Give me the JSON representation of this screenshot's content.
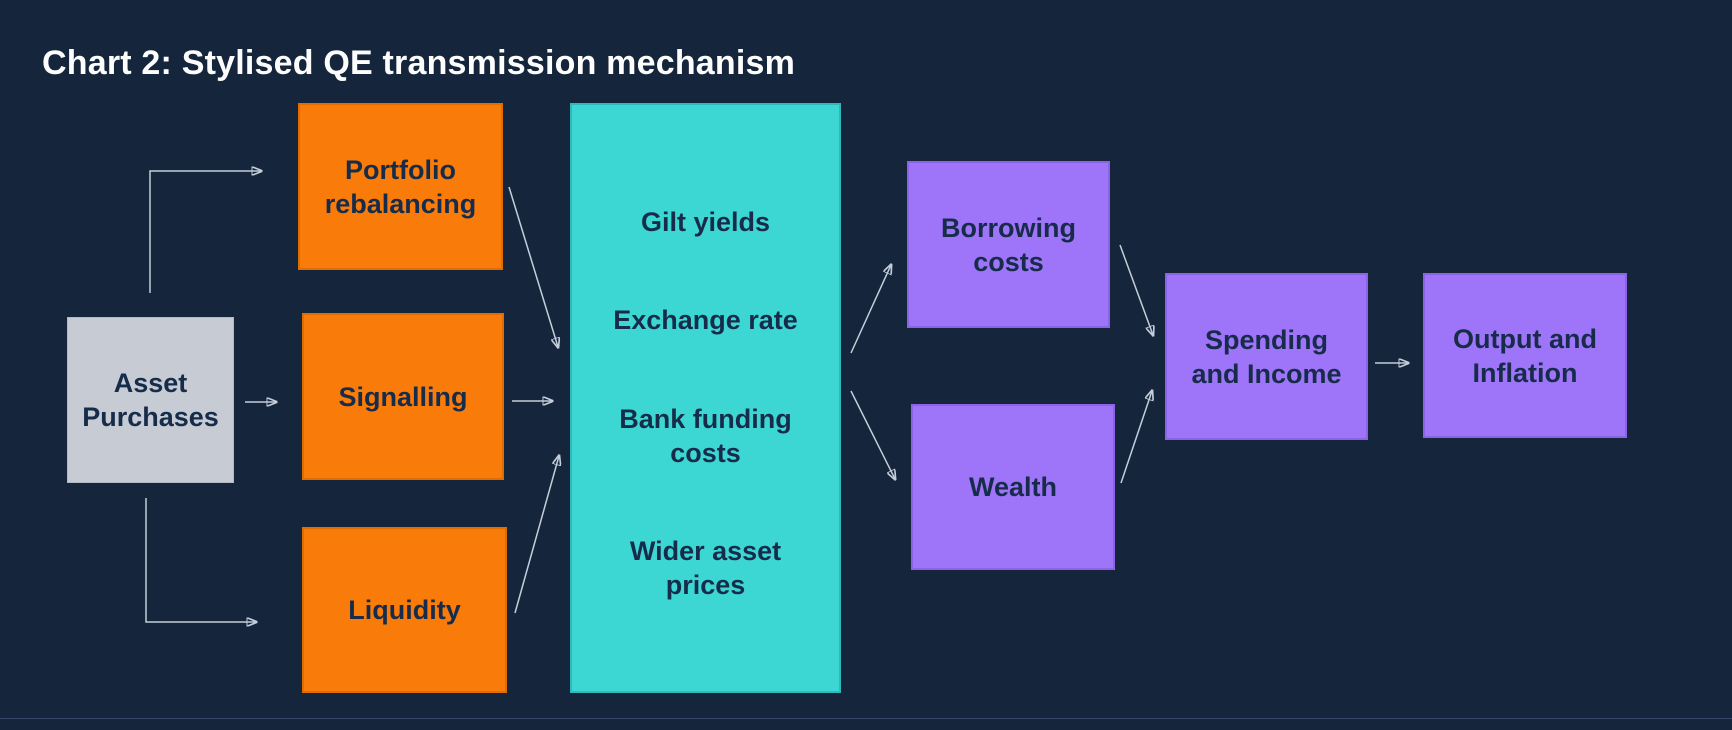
{
  "title": "Chart 2: Stylised QE transmission mechanism",
  "colors": {
    "background": "#15263c",
    "source_box": "#c6cbd4",
    "channel_group_box": "#f97b0a",
    "channels_box": "#3dd7d3",
    "outcome_box": "#9e74f8",
    "box_text": "#162c4a",
    "title_text": "#fdfdfd",
    "arrow": "#c5ceda"
  },
  "diagram": {
    "nodes": {
      "asset_purchases": {
        "label": "Asset Purchases"
      },
      "portfolio": {
        "label": "Portfolio rebalancing"
      },
      "signalling": {
        "label": "Signalling"
      },
      "liquidity": {
        "label": "Liquidity"
      },
      "channels": {
        "items": [
          "Gilt yields",
          "Exchange rate",
          "Bank funding costs",
          "Wider asset prices"
        ]
      },
      "borrowing": {
        "label": "Borrowing costs"
      },
      "wealth": {
        "label": "Wealth"
      },
      "spending": {
        "label": "Spending and Income"
      },
      "output": {
        "label": "Output and Inflation"
      }
    },
    "edges": [
      {
        "from": "Asset Purchases",
        "to": "Portfolio rebalancing"
      },
      {
        "from": "Asset Purchases",
        "to": "Signalling"
      },
      {
        "from": "Asset Purchases",
        "to": "Liquidity"
      },
      {
        "from": "Portfolio rebalancing",
        "to": "channels"
      },
      {
        "from": "Signalling",
        "to": "channels"
      },
      {
        "from": "Liquidity",
        "to": "channels"
      },
      {
        "from": "channels",
        "to": "Borrowing costs"
      },
      {
        "from": "channels",
        "to": "Wealth"
      },
      {
        "from": "Borrowing costs",
        "to": "Spending and Income"
      },
      {
        "from": "Wealth",
        "to": "Spending and Income"
      },
      {
        "from": "Spending and Income",
        "to": "Output and Inflation"
      }
    ]
  }
}
